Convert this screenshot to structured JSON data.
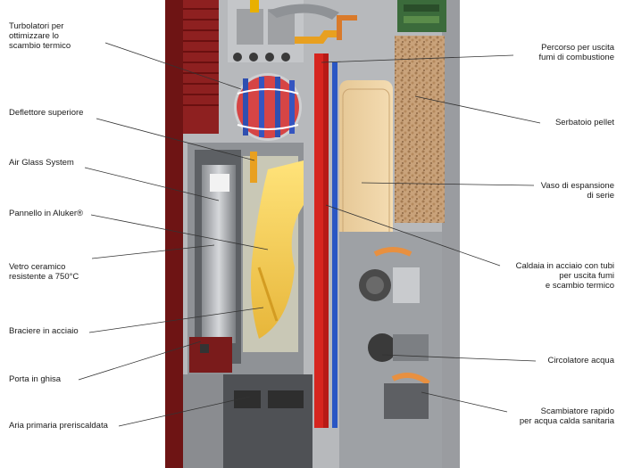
{
  "labels_left": [
    {
      "id": "turbolatori",
      "text": "Turbolatori per\nottimizzare lo\nscambio termico"
    },
    {
      "id": "deflettore",
      "text": "Deflettore superiore"
    },
    {
      "id": "air-glass",
      "text": "Air Glass System"
    },
    {
      "id": "pannello",
      "text": "Pannello in Aluker®"
    },
    {
      "id": "vetro",
      "text": "Vetro ceramico\nresistente a 750°C"
    },
    {
      "id": "braciere",
      "text": "Braciere in acciaio"
    },
    {
      "id": "porta",
      "text": "Porta in ghisa"
    },
    {
      "id": "aria",
      "text": "Aria primaria preriscaldata"
    }
  ],
  "labels_right": [
    {
      "id": "percorso",
      "text": "Percorso per uscita\nfumi di combustione"
    },
    {
      "id": "serbatoio",
      "text": "Serbatoio pellet"
    },
    {
      "id": "vaso",
      "text": "Vaso di espansione\ndi serie"
    },
    {
      "id": "caldaia",
      "text": "Caldaia in acciaio con tubi\nper uscita fumi\ne scambio termico"
    },
    {
      "id": "circolatore",
      "text": "Circolatore acqua"
    },
    {
      "id": "scambiatore",
      "text": "Scambiatore rapido\nper acqua calda sanitaria"
    }
  ]
}
